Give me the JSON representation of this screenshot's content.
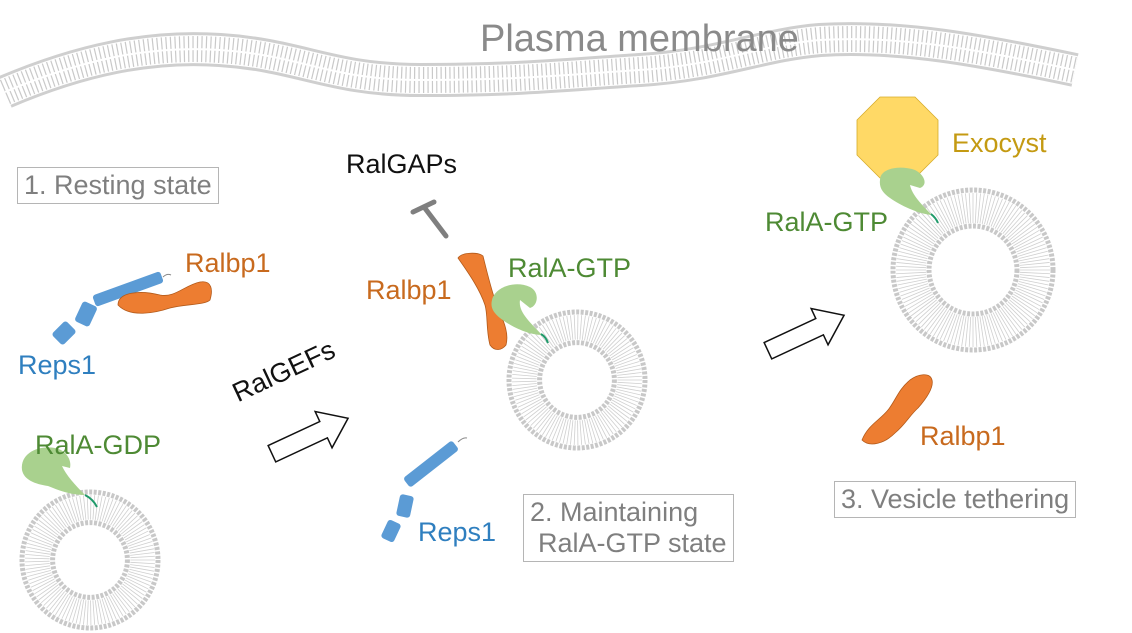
{
  "title": "Plasma membrane",
  "stages": [
    {
      "label": "1. Resting state"
    },
    {
      "label_line1": "2. Maintaining",
      "label_line2": "RalA-GTP state"
    },
    {
      "label": "3. Vesicle tethering"
    }
  ],
  "labels": {
    "ralbp1_stage1": "Ralbp1",
    "reps1_stage1": "Reps1",
    "rala_gdp": "RalA-GDP",
    "ralgefs": "RalGEFs",
    "ralgaps": "RalGAPs",
    "ralbp1_stage2": "Ralbp1",
    "rala_gtp_stage2": "RalA-GTP",
    "reps1_stage2": "Reps1",
    "exocyst": "Exocyst",
    "rala_gtp_stage3": "RalA-GTP",
    "ralbp1_stage3": "Ralbp1"
  },
  "colors": {
    "membrane": "#c8c8c8",
    "ralbp1": "#ed7d31",
    "reps1": "#5b9bd5",
    "rala": "#a9d18e",
    "exocyst": "#ffd966",
    "anchor": "#1f9a6a",
    "inhibit": "#7f7f7f"
  }
}
